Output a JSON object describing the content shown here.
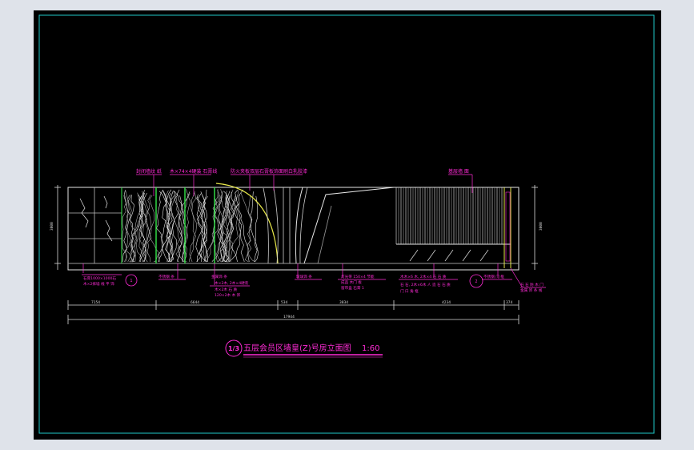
{
  "drawing": {
    "title": {
      "badge": "1/3",
      "main": "五层会员区墙皇(Z)号房立面图",
      "scale": "1:60"
    },
    "dimensions": {
      "horizontal": [
        "7154",
        "6644",
        "534",
        "3834",
        "4234",
        "374"
      ],
      "total": "17944",
      "left_height": "3000",
      "right_height": "3000"
    },
    "callouts_top": [
      "封闭墙纹 纸",
      "木×74×4硬装 石膏线",
      "防火夹板双层石膏板饰面刷白乳胶漆",
      "基层墙 面"
    ],
    "callouts_bottom": [
      "石膏1000×1000石",
      "木×2抹墙 线 平 饰",
      "不锈钢 条",
      "金属饰 条",
      "木×2木, 2木×4硬装",
      "木×2木 石 质",
      "120×2木 木 饰",
      "玻璃饰 条",
      "灯光带 150×4 节能",
      "成品 木门 板",
      "窗帘盒 石膏 1",
      "木木×6 木, 2木×4 石 石 质",
      "石 石, 2木×6木 人 造 石 石 质",
      "门 口 角 框",
      "不锈钢 门 框",
      "石 石 防 木 门",
      "金属 饰 条 线"
    ],
    "section_marks": [
      "1",
      "2"
    ],
    "colors": {
      "sheet": "#000000",
      "frame": "#1fc8c8",
      "annotation": "#ff2bd6",
      "linework": "#e6e6e6",
      "accent": "#35e84a",
      "highlight": "#e8e84a"
    }
  }
}
